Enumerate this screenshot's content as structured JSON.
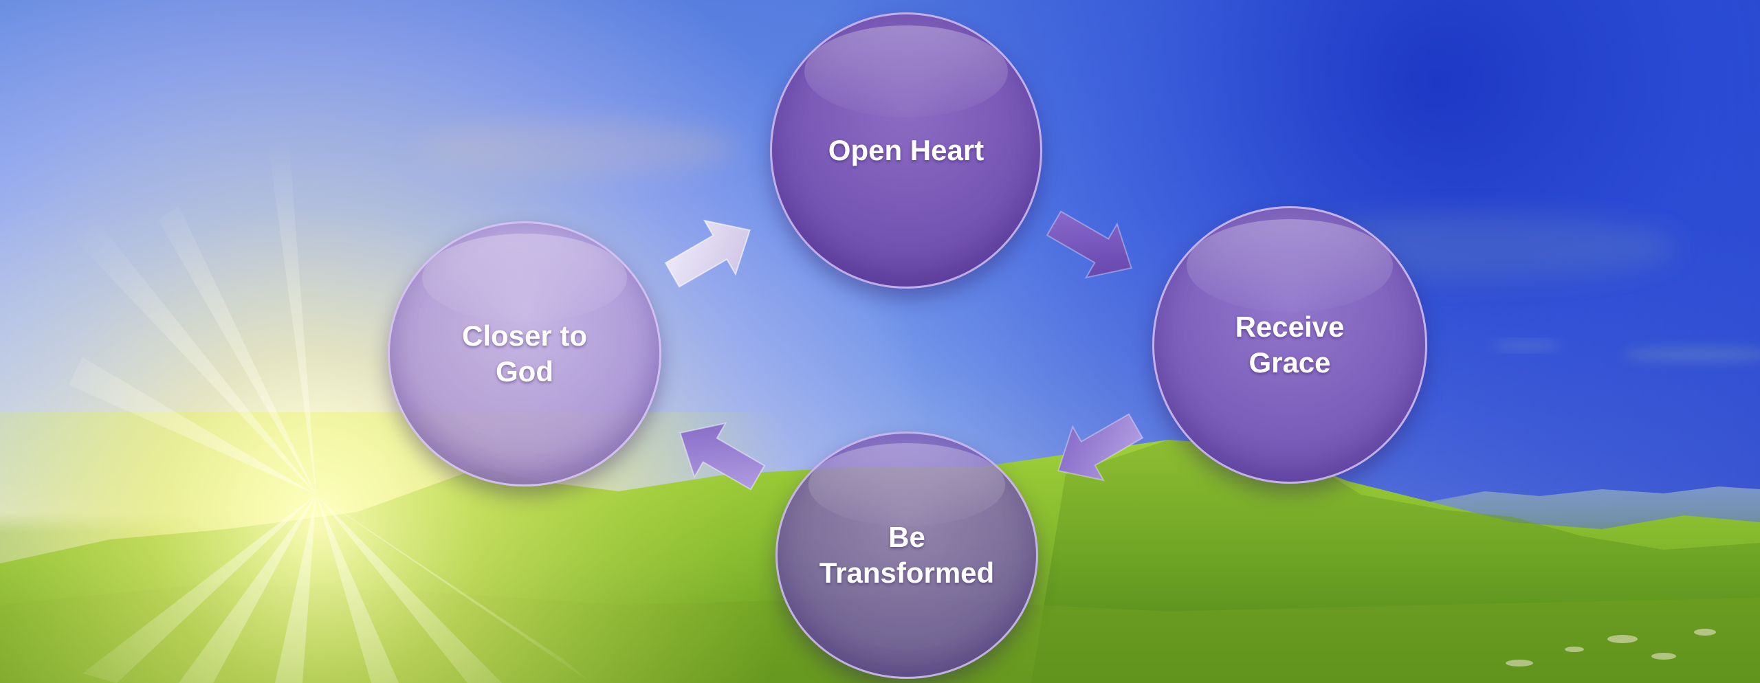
{
  "diagram": {
    "type": "cycle",
    "nodes": [
      {
        "id": "open-heart",
        "label": "Open Heart"
      },
      {
        "id": "receive-grace",
        "label": "Receive\nGrace"
      },
      {
        "id": "be-transformed",
        "label": "Be\nTransformed"
      },
      {
        "id": "closer-to-god",
        "label": "Closer to\nGod"
      }
    ],
    "edges": [
      {
        "from": "open-heart",
        "to": "receive-grace"
      },
      {
        "from": "receive-grace",
        "to": "be-transformed"
      },
      {
        "from": "be-transformed",
        "to": "closer-to-god"
      },
      {
        "from": "closer-to-god",
        "to": "open-heart"
      }
    ],
    "colors": {
      "node_purple_dark": "#6a4cab",
      "node_purple_light": "#b7a3dc",
      "arrow_purple": "#6d4fb3",
      "arrow_light": "#d9d3ee",
      "label_text": "#ffffff"
    }
  },
  "background": {
    "description_colors": {
      "sky_deep": "#1f3fcc",
      "sky_light": "#a8c4f4",
      "sun_glow": "#fffbe0",
      "grass": "#7fb52a"
    }
  }
}
